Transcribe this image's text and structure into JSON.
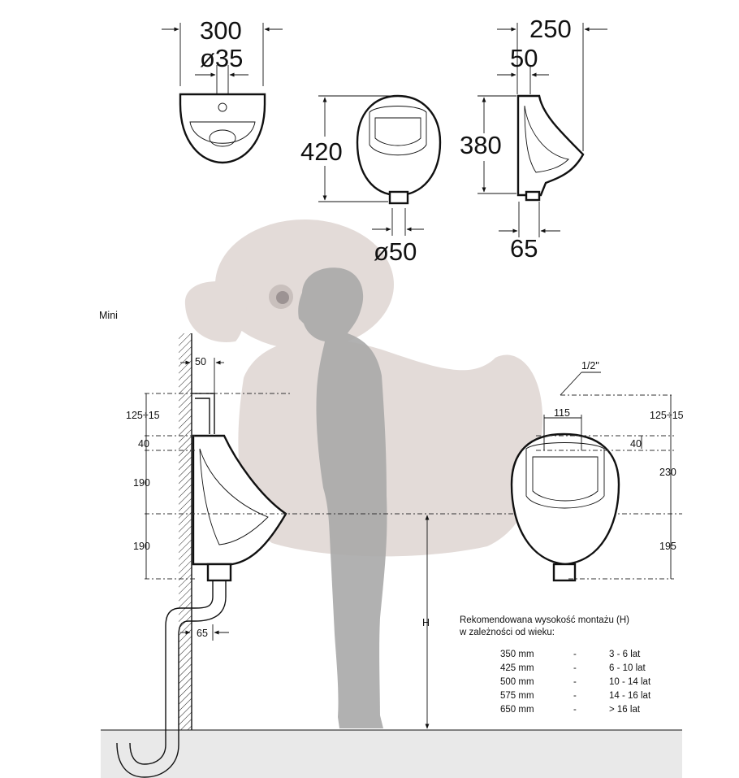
{
  "top_view": {
    "width": "300",
    "hole": "ø35"
  },
  "front_view": {
    "height": "420",
    "outlet": "ø50"
  },
  "side_view": {
    "depth": "250",
    "offset": "50",
    "height": "380",
    "outlet": "65"
  },
  "section_title": "Mini",
  "left_dims": {
    "top": "125÷15",
    "a": "40",
    "b": "190",
    "c": "190",
    "bottom": "65",
    "wall": "50"
  },
  "right_dims": {
    "pipe": "1/2\"",
    "top": "125÷15",
    "spacing": "115",
    "a": "40",
    "b": "230",
    "c": "195"
  },
  "height_label": "H",
  "table": {
    "heading_line1": "Rekomendowana wysokość montażu (H)",
    "heading_line2": "w zależności od wieku:",
    "rows": [
      {
        "height": "350 mm",
        "sep": "-",
        "age": "3 - 6 lat"
      },
      {
        "height": "425 mm",
        "sep": "-",
        "age": "6 - 10 lat"
      },
      {
        "height": "500 mm",
        "sep": "-",
        "age": "10 - 14 lat"
      },
      {
        "height": "575 mm",
        "sep": "-",
        "age": "14 - 16 lat"
      },
      {
        "height": "650 mm",
        "sep": "-",
        "age": "> 16 lat"
      }
    ]
  },
  "colors": {
    "duck": "#e3dbd8",
    "person": "#a8a8a8",
    "floor": "#e9e9e9"
  }
}
